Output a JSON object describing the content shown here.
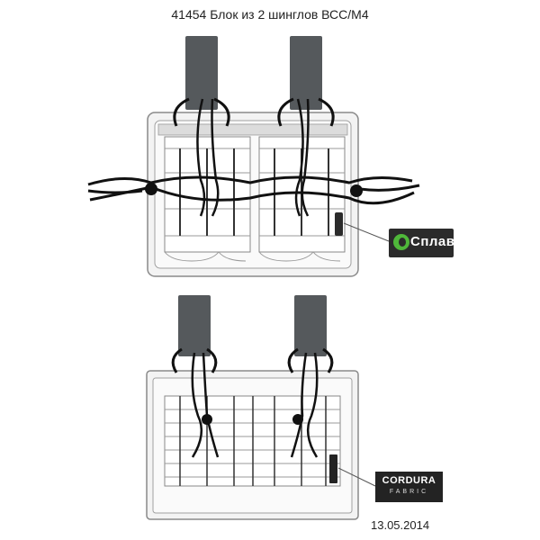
{
  "title": "41454 Блок из 2 шинглов ВСС/М4",
  "date": "13.05.2014",
  "logos": {
    "splav": {
      "text": "Сплав",
      "color": "#4fb83a",
      "background": "#2b2b2b"
    },
    "cordura": {
      "text": "CORDURA",
      "fabric": "FABRIC",
      "accent": "#e8b400",
      "background": "#232323"
    }
  },
  "colors": {
    "strap": "#55595c",
    "cord": "#111111",
    "outline": "#8a8a8a",
    "panel": "#f3f3f3"
  }
}
